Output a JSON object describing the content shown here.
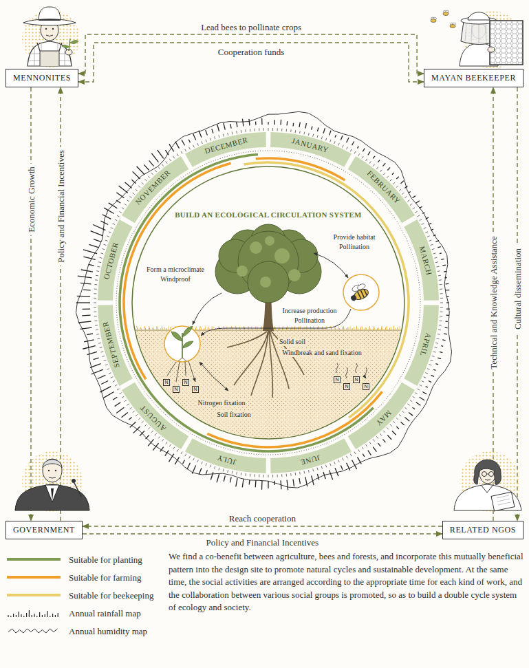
{
  "diagram": {
    "caption": "We find a co-benefit between agriculture, bees and forests, and incorporate this mutually beneficial pattern into the design site to promote natural cycles and sustainable development. At the same time, the social activities are arranged according to the appropriate time for each kind of work, and the collaboration between various social groups is promoted, so as to build a double cycle system of ecology and society.",
    "nodes": [
      {
        "text": [
          "MENNONITES"
        ]
      },
      {
        "text": [
          "MAYAN BEEKEEPER"
        ]
      },
      {
        "text": [
          "GOVERNMENT"
        ]
      },
      {
        "text": [
          "RELATED NGOS"
        ]
      }
    ],
    "edges": [
      {
        "from": 0,
        "to": 1,
        "label": "Lead bees to pollinate crops",
        "arrow": "both"
      },
      {
        "from": 0,
        "to": 1,
        "label": "Cooperation funds",
        "arrow": "both"
      },
      {
        "from": 0,
        "to": 2,
        "label": "Economic Growth",
        "arrow": "to"
      },
      {
        "from": 2,
        "to": 0,
        "label": "Policy and Financial Incentives",
        "arrow": "to"
      },
      {
        "from": 3,
        "to": 1,
        "label": "Technical and Knowledge Assistance",
        "arrow": "to"
      },
      {
        "from": 1,
        "to": 3,
        "label": "Cultural dissemination",
        "arrow": "to"
      },
      {
        "from": 3,
        "to": 2,
        "label": "Reach cooperation",
        "arrow": "to"
      },
      {
        "from": 2,
        "to": 3,
        "label": "Policy and Financial Incentives",
        "arrow": "to"
      }
    ],
    "labels": [
      "BUILD AN ECOLOGICAL CIRCULATION SYSTEM",
      "JANUARY",
      "FEBRUARY",
      "MARCH",
      "APRIL",
      "MAY",
      "JUNE",
      "JULY",
      "AUGUST",
      "SEPTEMBER",
      "OCTOBER",
      "NOVEMBER",
      "DECEMBER",
      "Provide habitat",
      "Pollination",
      "Form a microclimate",
      "Windproof",
      "Increase production",
      "Pollination",
      "Solid soil",
      "Windbreak and sand fixation",
      "Nitrogen fixation",
      "Soil fixation",
      "N",
      "N",
      "N",
      "N",
      "N",
      "N",
      "N",
      "N"
    ],
    "legend": [
      {
        "text": "Suitable for planting",
        "color": "#7e9b52"
      },
      {
        "text": "Suitable for farming",
        "color": "#f0a02a"
      },
      {
        "text": "Suitable for beekeeping",
        "color": "#e8cf6a"
      },
      {
        "text": "Annual rainfall map"
      },
      {
        "text": "Annual humidity map"
      }
    ]
  }
}
